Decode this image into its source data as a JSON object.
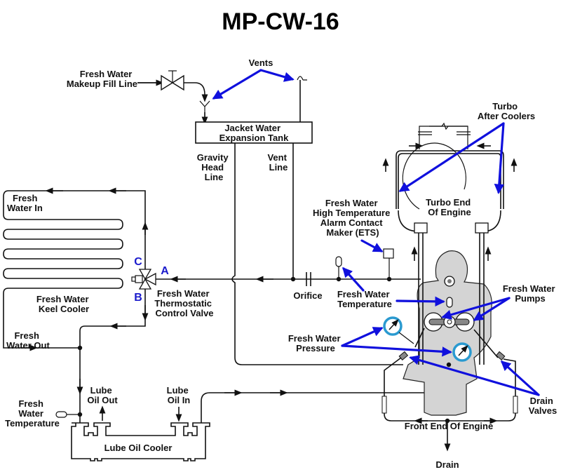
{
  "title": "MP-CW-16",
  "colors": {
    "callout": "#1010dd",
    "gauge_ring": "#2a9ad0",
    "engine_fill": "#d4d4d4",
    "line": "#111111"
  },
  "labels": {
    "fill_line": [
      "Fresh Water",
      "Makeup Fill Line"
    ],
    "vents": "Vents",
    "expansion_tank": [
      "Jacket Water",
      "Expansion Tank"
    ],
    "gravity_head_line": [
      "Gravity",
      "Head",
      "Line"
    ],
    "vent_line": [
      "Vent",
      "Line"
    ],
    "turbo_after_coolers": [
      "Turbo",
      "After Coolers"
    ],
    "turbo_end": [
      "Turbo End",
      "Of Engine"
    ],
    "alarm_contact": [
      "Fresh Water",
      "High Temperature",
      "Alarm Contact",
      "Maker (ETS)"
    ],
    "fresh_water_in": [
      "Fresh",
      "Water In"
    ],
    "keel_cooler": [
      "Fresh Water",
      "Keel Cooler"
    ],
    "fresh_water_out": [
      "Fresh",
      "Water Out"
    ],
    "thermostatic_valve": [
      "Fresh Water",
      "Thermostatic",
      "Control Valve"
    ],
    "orifice": "Orifice",
    "fw_temperature_center": [
      "Fresh Water",
      "Temperature"
    ],
    "fw_pumps": [
      "Fresh Water",
      "Pumps"
    ],
    "fw_pressure": [
      "Fresh Water",
      "Pressure"
    ],
    "drain_valves": [
      "Drain",
      "Valves"
    ],
    "front_end": "Front End Of Engine",
    "drain": "Drain",
    "lube_oil_out": [
      "Lube",
      "Oil Out"
    ],
    "lube_oil_in": [
      "Lube",
      "Oil In"
    ],
    "fw_temperature_left": [
      "Fresh",
      "Water",
      "Temperature"
    ],
    "lube_oil_cooler": "Lube Oil Cooler"
  },
  "valve_ports": {
    "a": "A",
    "b": "B",
    "c": "C"
  }
}
